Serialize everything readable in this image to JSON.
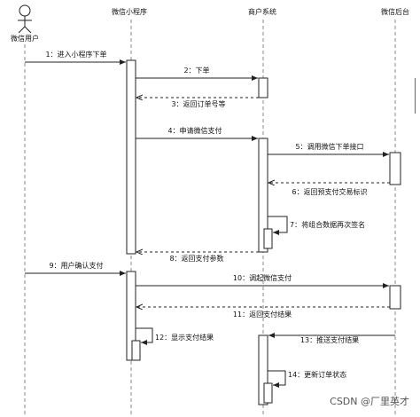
{
  "participants": [
    {
      "id": "user",
      "label": "微信用户",
      "kind": "actor"
    },
    {
      "id": "app",
      "label": "微信小程序",
      "kind": "box"
    },
    {
      "id": "merchant",
      "label": "商户系统",
      "kind": "box"
    },
    {
      "id": "wechat",
      "label": "微信后台",
      "kind": "box"
    }
  ],
  "messages": [
    {
      "label": "1：进入小程序下单",
      "from": "user",
      "to": "app",
      "type": "sync"
    },
    {
      "label": "2：下单",
      "from": "app",
      "to": "merchant",
      "type": "sync"
    },
    {
      "label": "3：返回订单号等",
      "from": "merchant",
      "to": "app",
      "type": "reply"
    },
    {
      "label": "4：申请微信支付",
      "from": "app",
      "to": "merchant",
      "type": "sync"
    },
    {
      "label": "5：调用微信下单接口",
      "from": "merchant",
      "to": "wechat",
      "type": "sync"
    },
    {
      "label": "6：返回预支付交易标识",
      "from": "wechat",
      "to": "merchant",
      "type": "reply"
    },
    {
      "label": "7：将组合数据再次签名",
      "from": "merchant",
      "to": "merchant",
      "type": "self"
    },
    {
      "label": "8：返回支付参数",
      "from": "merchant",
      "to": "app",
      "type": "reply"
    },
    {
      "label": "9：用户确认支付",
      "from": "user",
      "to": "app",
      "type": "sync"
    },
    {
      "label": "10：调起微信支付",
      "from": "app",
      "to": "wechat",
      "type": "sync"
    },
    {
      "label": "11：返回支付结果",
      "from": "wechat",
      "to": "app",
      "type": "reply"
    },
    {
      "label": "12：显示支付结果",
      "from": "app",
      "to": "app",
      "type": "self"
    },
    {
      "label": "13：推送支付结果",
      "from": "wechat",
      "to": "merchant",
      "type": "sync"
    },
    {
      "label": "14：更新订单状态",
      "from": "merchant",
      "to": "merchant",
      "type": "self"
    }
  ],
  "watermark": "CSDN @厂里英才",
  "colors": {
    "line": "#222222",
    "lifeline": "#888888",
    "activation": "#ffffff"
  }
}
